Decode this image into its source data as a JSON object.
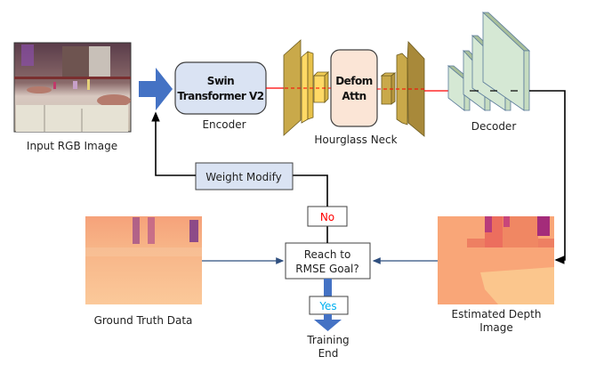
{
  "diagram": {
    "input_image_label": "Input RGB Image",
    "encoder": {
      "block_line1": "Swin",
      "block_line2": "Transformer V2",
      "caption": "Encoder"
    },
    "neck": {
      "block_line1": "Defom",
      "block_line2": "Attn",
      "caption": "Hourglass Neck"
    },
    "decoder": {
      "caption": "Decoder"
    },
    "weight_modify_label": "Weight Modify",
    "decision": {
      "line1": "Reach to",
      "line2": "RMSE Goal?",
      "no_label": "No",
      "yes_label": "Yes"
    },
    "ground_truth_label": "Ground Truth Data",
    "estimated_depth": {
      "line1": "Estimated Depth",
      "line2": "Image"
    },
    "training_end": {
      "line1": "Training",
      "line2": "End"
    },
    "colors": {
      "encoder_fill": "#dae3f3",
      "neck_block_fill": "#fbe5d6",
      "neck_layer_fill": "#c9a94a",
      "neck_small_fill": "#ffd966",
      "decoder_fill": "#d5e8d4",
      "flow_arrow": "#4472c4",
      "feature_line": "#ff0000",
      "no_color": "#ff0000",
      "yes_color": "#00b0f0"
    }
  }
}
